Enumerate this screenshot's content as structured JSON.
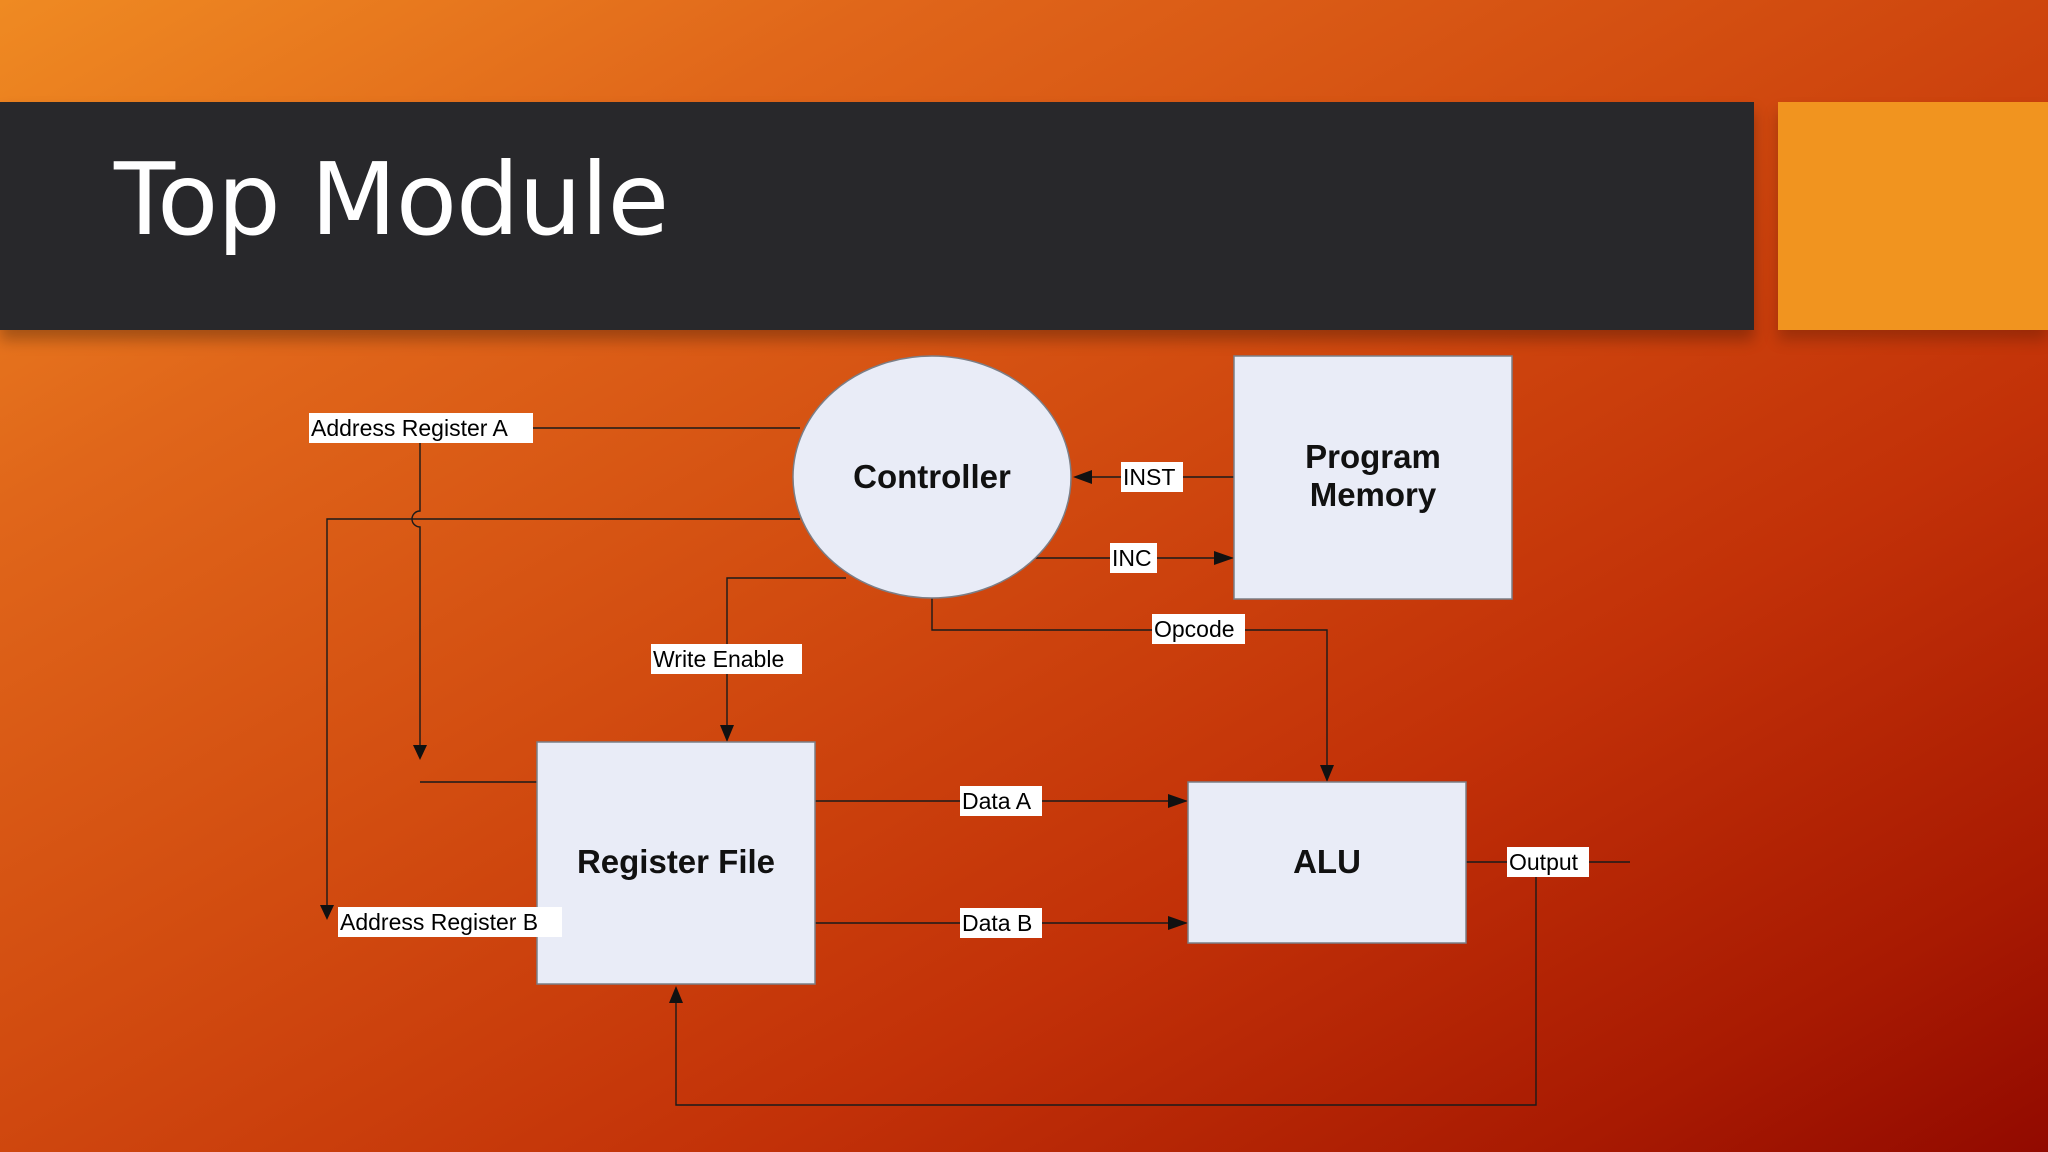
{
  "slide": {
    "title": "Top Module",
    "colors": {
      "title_bar": "#28282b",
      "accent_square": "#f1941f",
      "background_start": "#ef8a22",
      "background_end": "#920a00",
      "block_fill": "#e9ecf7"
    }
  },
  "diagram": {
    "blocks": {
      "controller": "Controller",
      "program_memory_line1": "Program",
      "program_memory_line2": "Memory",
      "register_file": "Register File",
      "alu": "ALU"
    },
    "signals": {
      "address_register_a": "Address Register A",
      "address_register_b": "Address Register B",
      "inst": "INST",
      "inc": "INC",
      "opcode": "Opcode",
      "write_enable": "Write Enable",
      "data_a": "Data A",
      "data_b": "Data B",
      "output": "Output"
    }
  }
}
